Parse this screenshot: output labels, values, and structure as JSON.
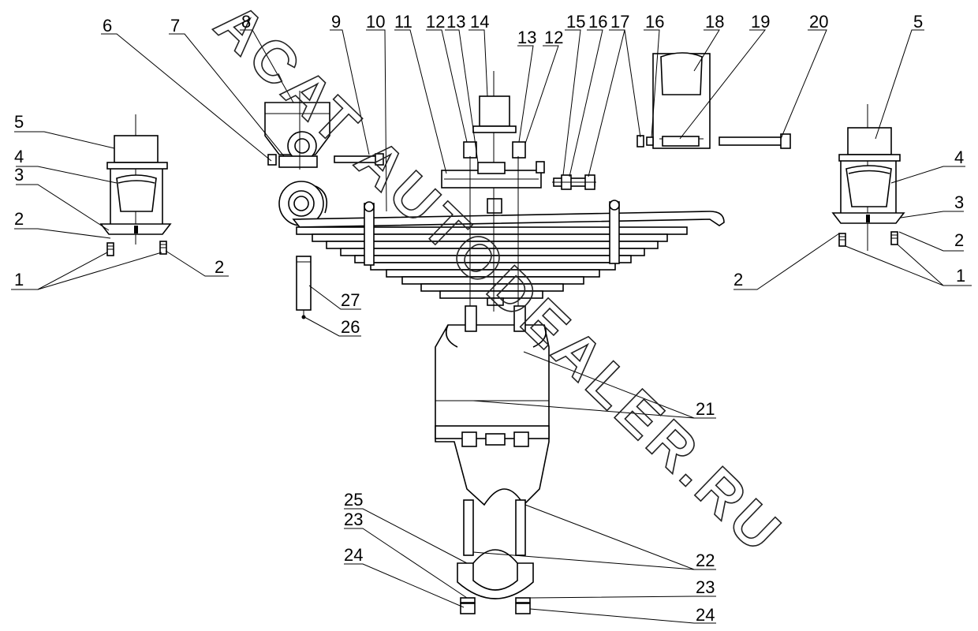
{
  "watermark": "ACAT AUTODEALER.RU",
  "callouts": {
    "c1a": "1",
    "c1b": "1",
    "c2a": "2",
    "c2b": "2",
    "c2c": "2",
    "c2d": "2",
    "c3a": "3",
    "c3b": "3",
    "c4a": "4",
    "c4b": "4",
    "c5a": "5",
    "c5b": "5",
    "c6": "6",
    "c7": "7",
    "c8": "8",
    "c9": "9",
    "c10": "10",
    "c11": "11",
    "c12a": "12",
    "c12b": "12",
    "c13a": "13",
    "c13b": "13",
    "c14": "14",
    "c15": "15",
    "c16a": "16",
    "c16b": "16",
    "c17": "17",
    "c18": "18",
    "c19": "19",
    "c20": "20",
    "c21": "21",
    "c22": "22",
    "c23a": "23",
    "c23b": "23",
    "c24a": "24",
    "c24b": "24",
    "c25": "25",
    "c26": "26",
    "c27": "27"
  }
}
